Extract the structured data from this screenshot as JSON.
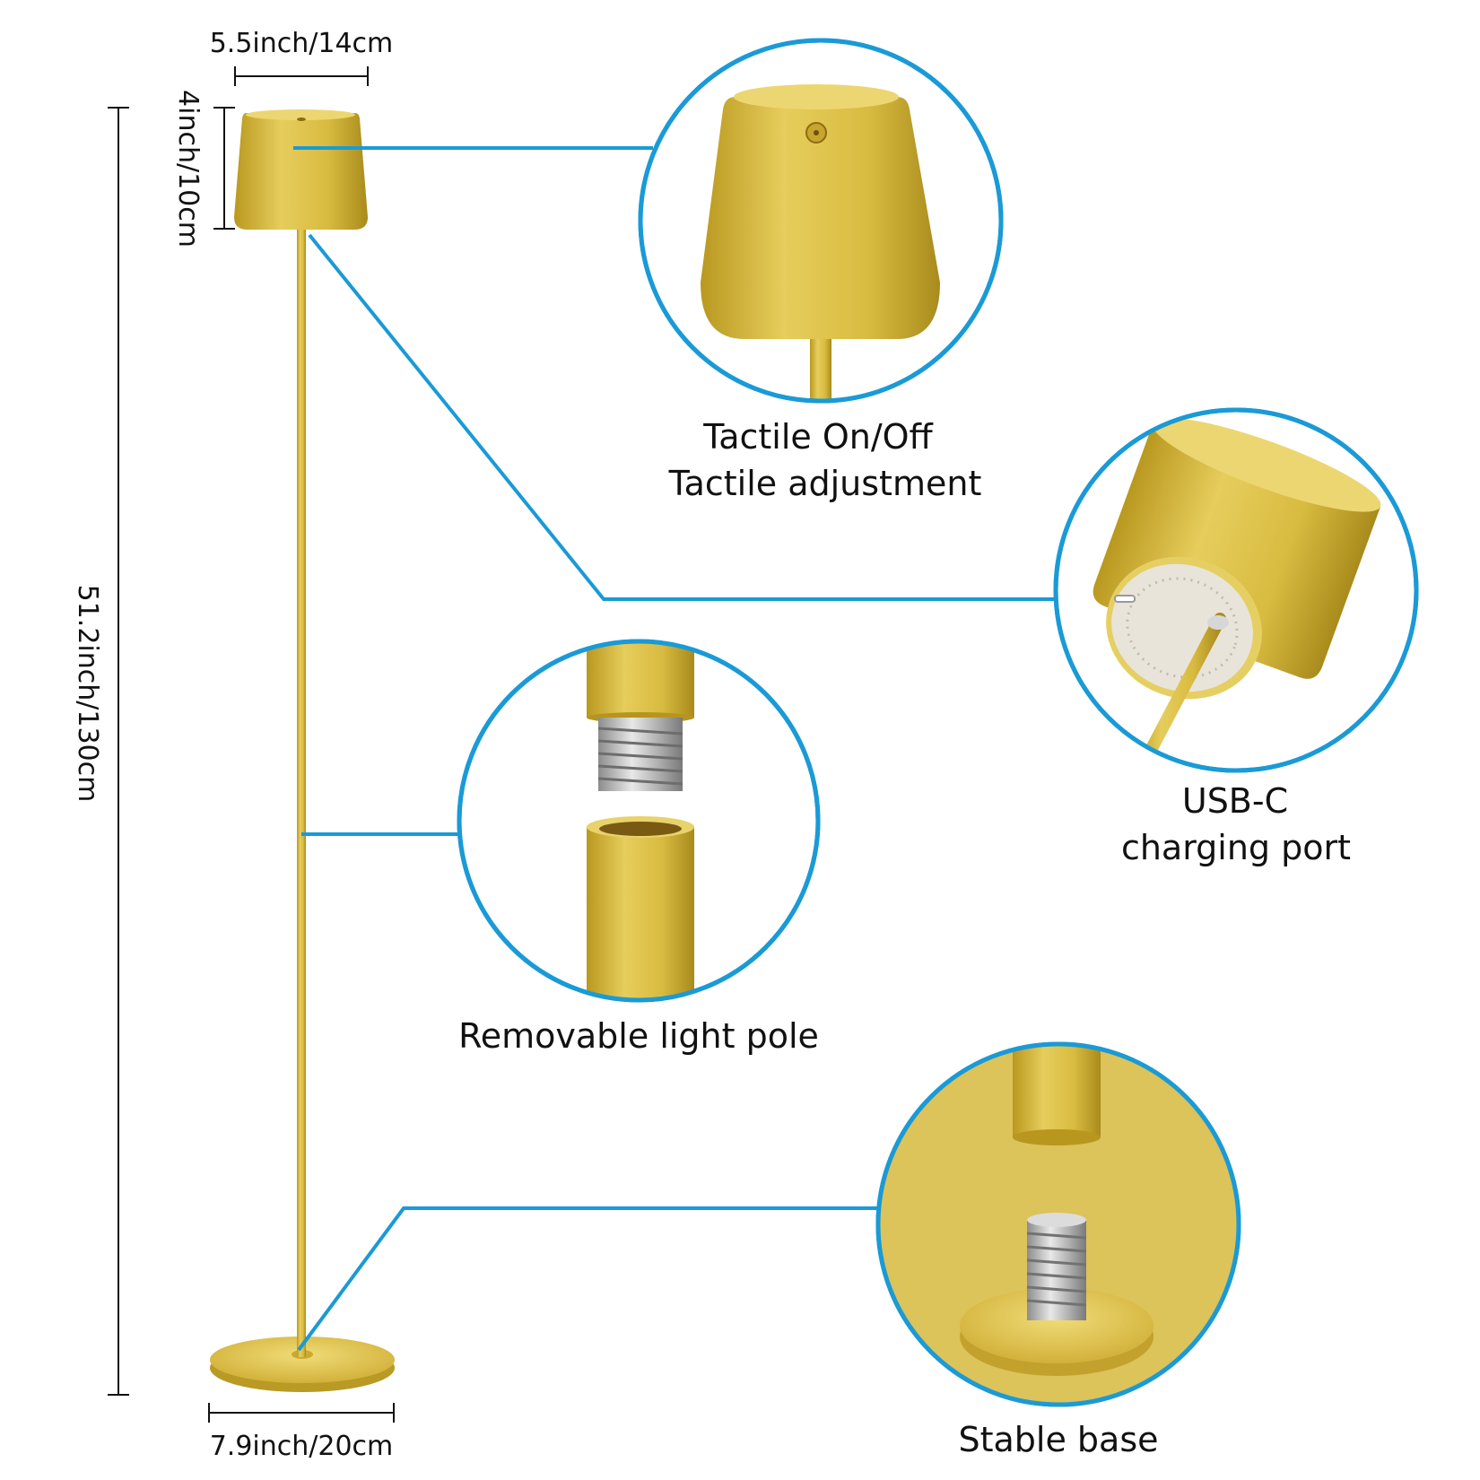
{
  "dimensions": {
    "shade_width": "5.5inch/14cm",
    "shade_height": "4inch/10cm",
    "total_height": "51.2inch/130cm",
    "base_width": "7.9inch/20cm"
  },
  "callouts": {
    "touch": {
      "line1": "Tactile On/Off",
      "line2": "Tactile adjustment"
    },
    "usb": {
      "line1": "USB-C",
      "line2": "charging port"
    },
    "pole": {
      "line1": "Removable light pole"
    },
    "base": {
      "line1": "Stable base"
    }
  },
  "colors": {
    "gold": "#d4b43c",
    "gold_light": "#e8cf60",
    "gold_dark": "#a88a1e",
    "accent_blue": "#1a9ad6",
    "metal": "#b8b8b8"
  }
}
